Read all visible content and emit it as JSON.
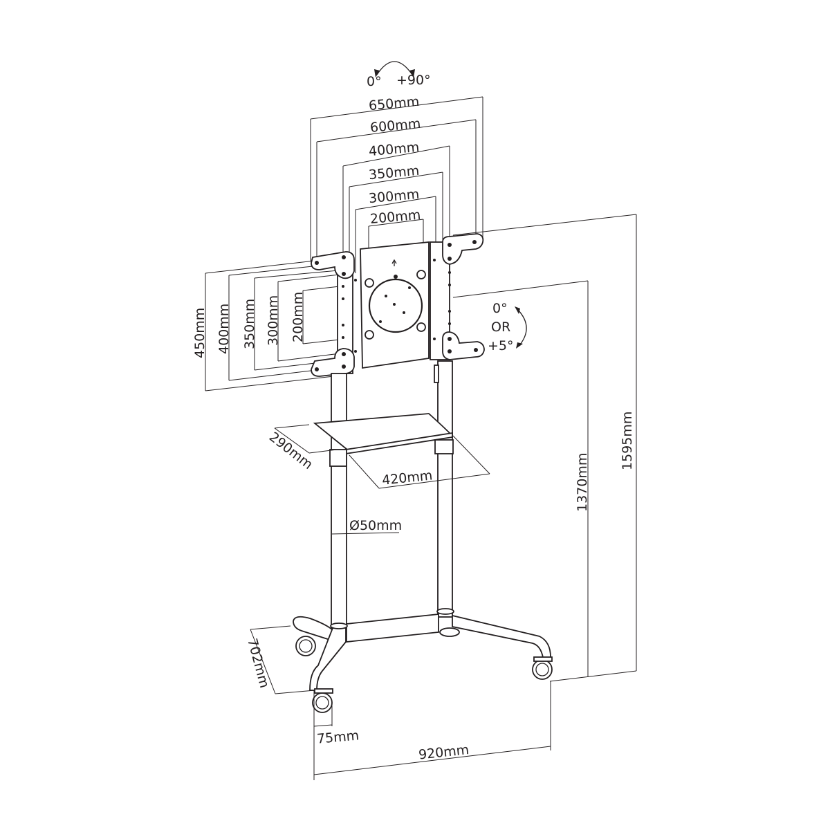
{
  "diagram": {
    "type": "technical-dimension-drawing",
    "subject": "mobile TV cart stand",
    "rotation": {
      "from": "0°",
      "to": "+90°"
    },
    "tilt": {
      "line1": "0°",
      "line2": "OR",
      "line3": "+5°"
    },
    "vesa_widths": [
      "650mm",
      "600mm",
      "400mm",
      "350mm",
      "300mm",
      "200mm"
    ],
    "vesa_heights": [
      "450mm",
      "400mm",
      "350mm",
      "300mm",
      "200mm"
    ],
    "shelf": {
      "depth": "290mm",
      "width": "420mm"
    },
    "pole_diameter": "Ø50mm",
    "heights": {
      "center": "1370mm",
      "top": "1595mm"
    },
    "base": {
      "depth": "702mm",
      "width": "920mm",
      "caster": "75mm"
    }
  }
}
